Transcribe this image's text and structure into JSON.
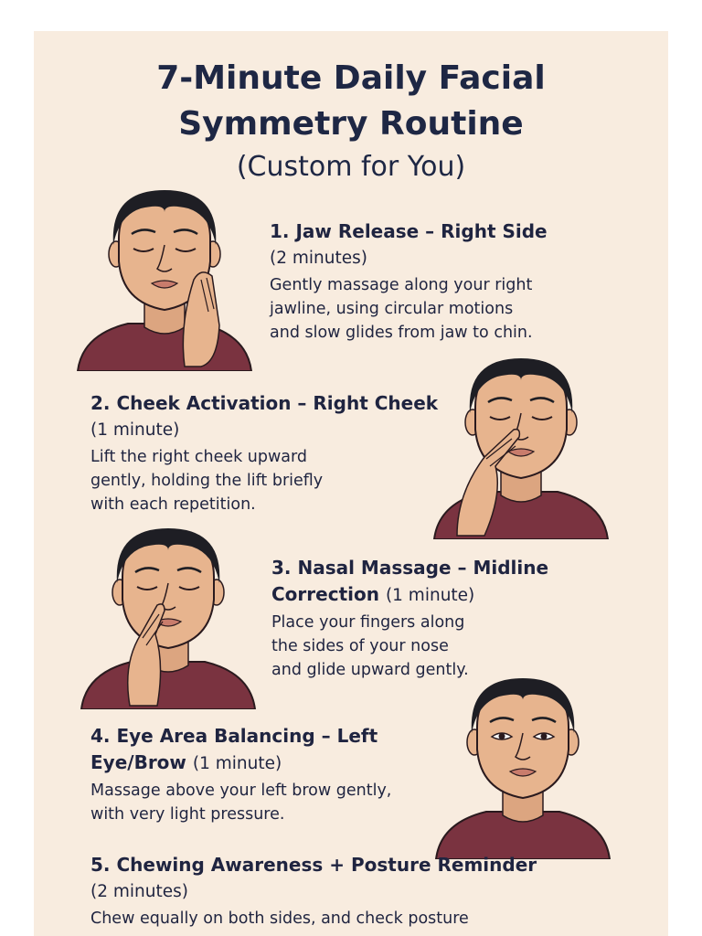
{
  "title": {
    "line1": "7-Minute Daily Facial",
    "line2": "Symmetry Routine",
    "line3": "(Custom for You)"
  },
  "steps": [
    {
      "heading": "1. Jaw Release – Right Side",
      "duration": "(2 minutes)",
      "desc": [
        "Gently massage along your right",
        "jawline, using circular motions",
        "and slow glides from jaw to chin."
      ]
    },
    {
      "heading": "2. Cheek Activation – Right Cheek",
      "duration": "(1 minute)",
      "desc": [
        "Lift the right cheek upward",
        "gently, holding the lift briefly",
        "with each repetition."
      ]
    },
    {
      "heading_line1": "3. Nasal Massage – Midline",
      "heading_line2": "Correction",
      "duration": "(1 minute)",
      "desc": [
        "Place your fingers along",
        "the sides of your nose",
        "and glide upward gently."
      ]
    },
    {
      "heading_line1": "4. Eye Area Balancing – Left",
      "heading_line2": "Eye/Brow",
      "duration": "(1 minute)",
      "desc": [
        "Massage above your left brow gently,",
        "with very light pressure."
      ]
    },
    {
      "heading": "5. Chewing Awareness + Posture Reminder",
      "duration": "(2 minutes)",
      "desc": [
        "Chew equally on both sides, and check posture"
      ]
    }
  ],
  "colors": {
    "background": "#f8ecdf",
    "text": "#1f2440",
    "skin": "#e7b48e",
    "hair": "#1e1e24",
    "shirt": "#7a3340"
  }
}
